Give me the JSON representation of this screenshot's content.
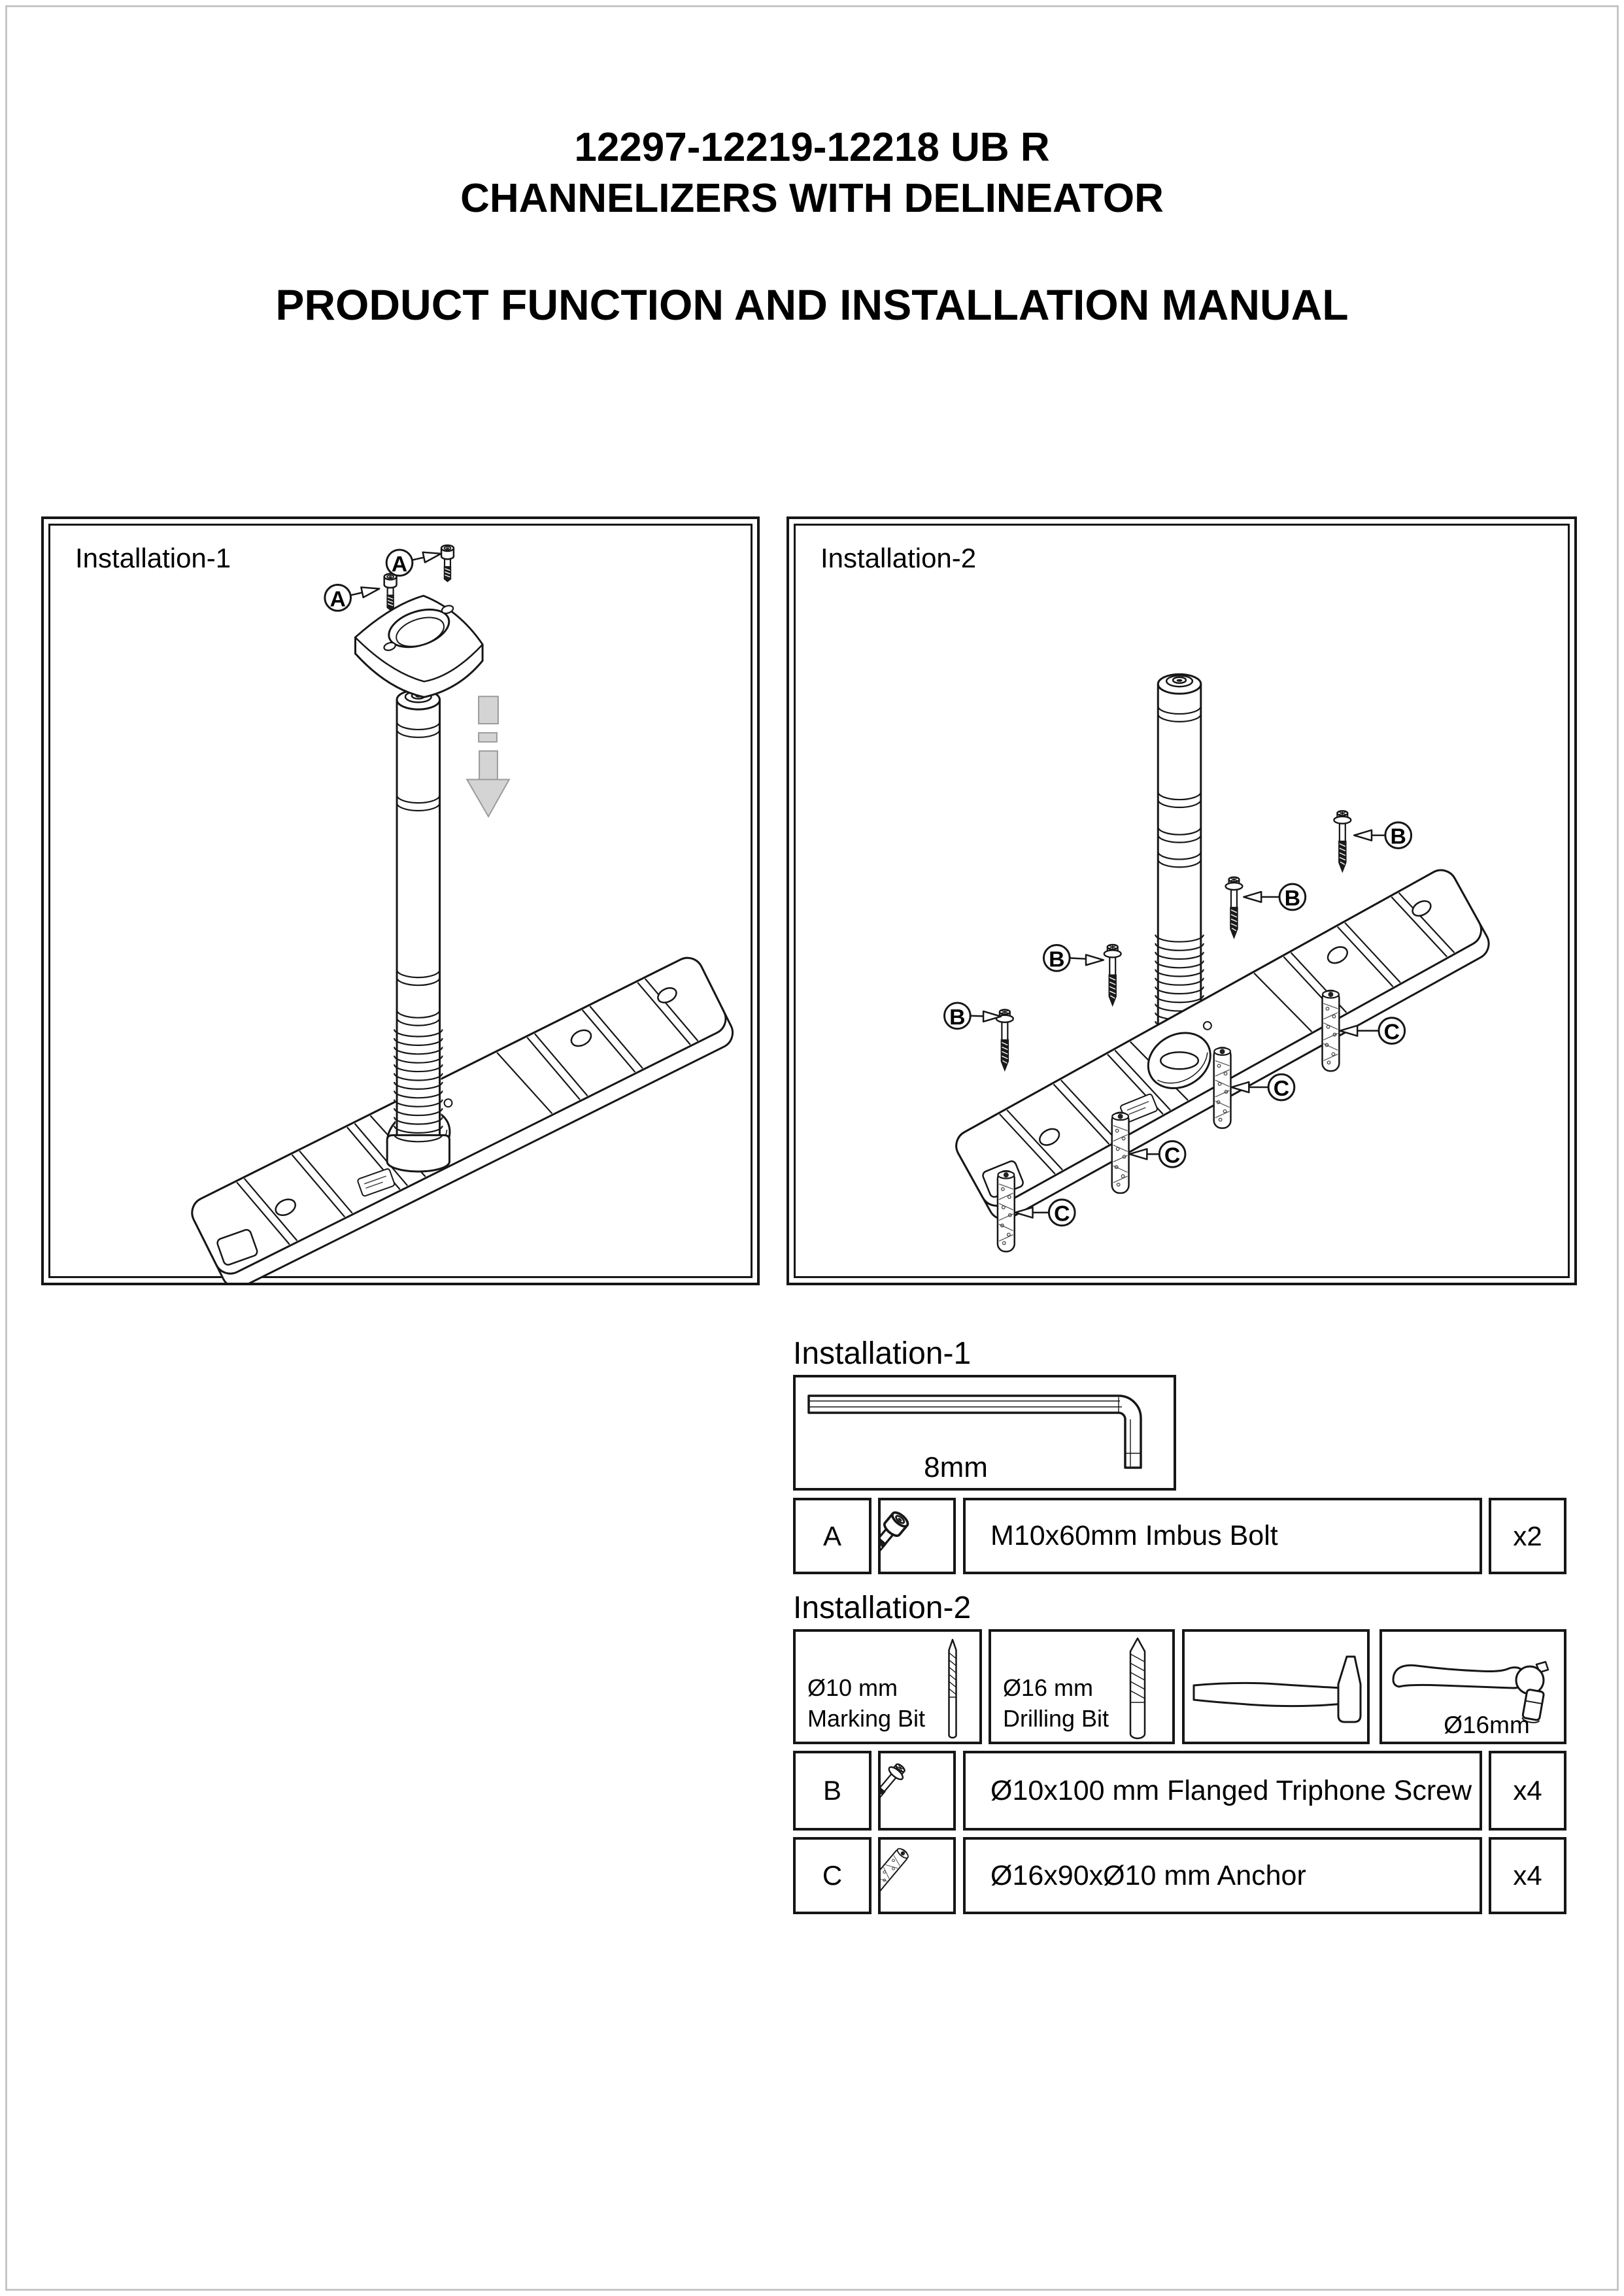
{
  "title": {
    "line1": "12297-12219-12218 UB R",
    "line2": "CHANNELIZERS WITH DELINEATOR",
    "subtitle": "PRODUCT FUNCTION AND INSTALLATION MANUAL"
  },
  "diagram1": {
    "label": "Installation-1",
    "callout": "A"
  },
  "diagram2": {
    "label": "Installation-2",
    "callout_b": "B",
    "callout_c": "C"
  },
  "parts": {
    "installation1": {
      "label": "Installation-1",
      "hex_key": {
        "icon": "hex-key-icon",
        "size": "8mm"
      },
      "row": {
        "key": "A",
        "icon": "imbus-bolt-icon",
        "desc": "M10x60mm Imbus Bolt",
        "qty": "x2"
      }
    },
    "installation2": {
      "label": "Installation-2",
      "tools": [
        {
          "icon": "marking-bit-icon",
          "line1": "Ø10 mm",
          "line2": "Marking Bit"
        },
        {
          "icon": "drilling-bit-icon",
          "line1": "Ø16 mm",
          "line2": "Drilling Bit"
        },
        {
          "icon": "hammer-icon"
        },
        {
          "icon": "socket-wrench-icon",
          "label": "Ø16mm"
        }
      ],
      "rows": [
        {
          "key": "B",
          "icon": "flanged-screw-icon",
          "desc": "Ø10x100 mm Flanged Triphone Screw",
          "qty": "x4"
        },
        {
          "key": "C",
          "icon": "anchor-icon",
          "desc": "Ø16x90xØ10 mm Anchor",
          "qty": "x4"
        }
      ]
    }
  }
}
